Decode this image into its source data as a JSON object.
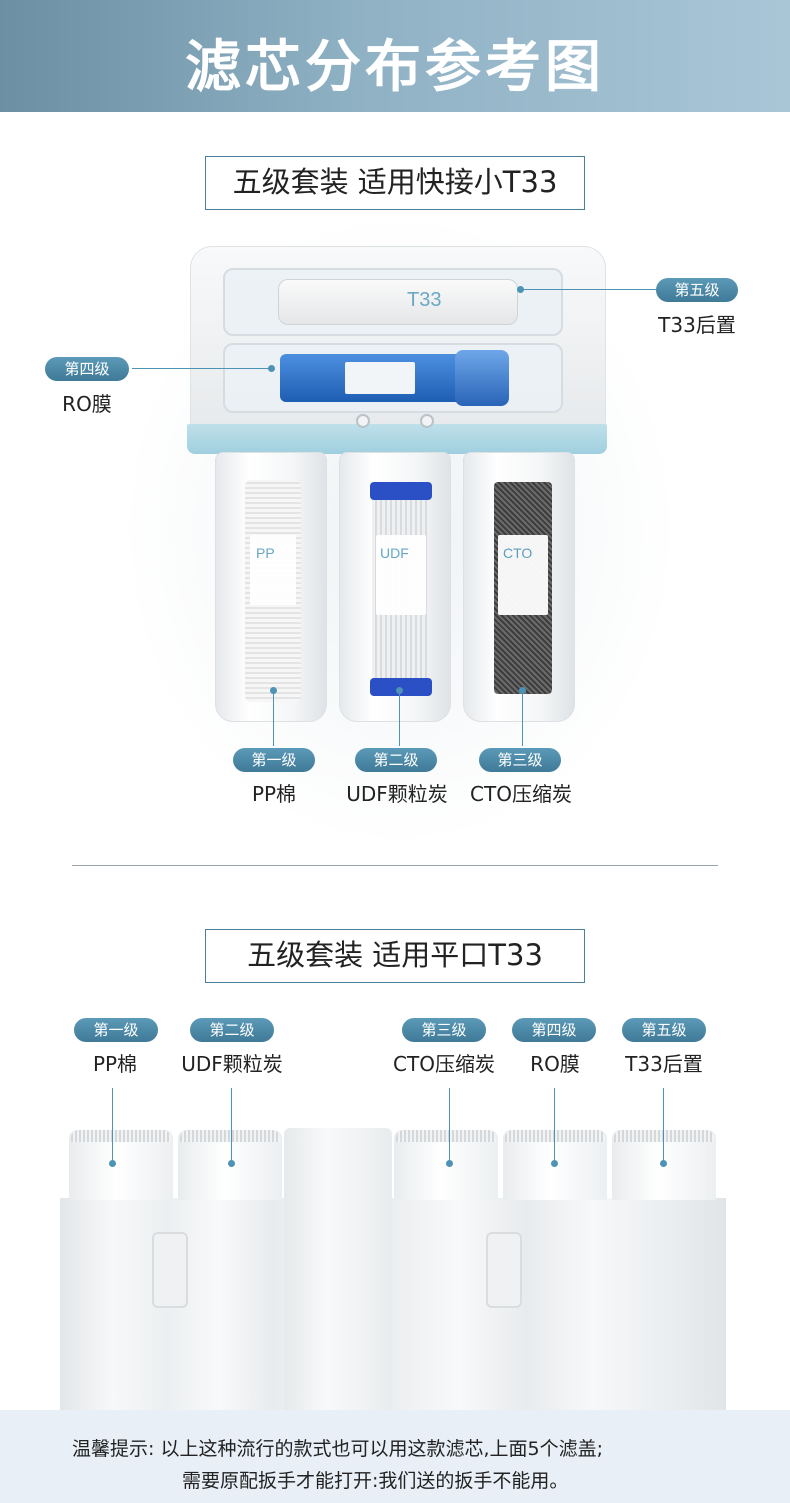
{
  "header": {
    "title": "滤芯分布参考图"
  },
  "section1": {
    "title": "五级套装 适用快接小T33",
    "stages": [
      {
        "stage": "第一级",
        "name": "PP棉"
      },
      {
        "stage": "第二级",
        "name": "UDF颗粒炭"
      },
      {
        "stage": "第三级",
        "name": "CTO压缩炭"
      },
      {
        "stage": "第四级",
        "name": "RO膜"
      },
      {
        "stage": "第五级",
        "name": "T33后置"
      }
    ],
    "cartridge_marks": [
      "PP",
      "UDF",
      "CTO",
      "T33"
    ]
  },
  "section2": {
    "title": "五级套装 适用平口T33",
    "stages": [
      {
        "stage": "第一级",
        "name": "PP棉"
      },
      {
        "stage": "第二级",
        "name": "UDF颗粒炭"
      },
      {
        "stage": "第三级",
        "name": "CTO压缩炭"
      },
      {
        "stage": "第四级",
        "name": "RO膜"
      },
      {
        "stage": "第五级",
        "name": "T33后置"
      }
    ]
  },
  "tip": {
    "line1": "温馨提示: 以上这种流行的款式也可以用这款滤芯,上面5个滤盖;",
    "line2": "需要原配扳手才能打开:我们送的扳手不能用。"
  },
  "colors": {
    "header_start": "#6d8fa3",
    "header_end": "#a9c6d7",
    "accent": "#4d93b5",
    "pill": "#3f7a98",
    "tip_bg": "#e8eff6"
  }
}
